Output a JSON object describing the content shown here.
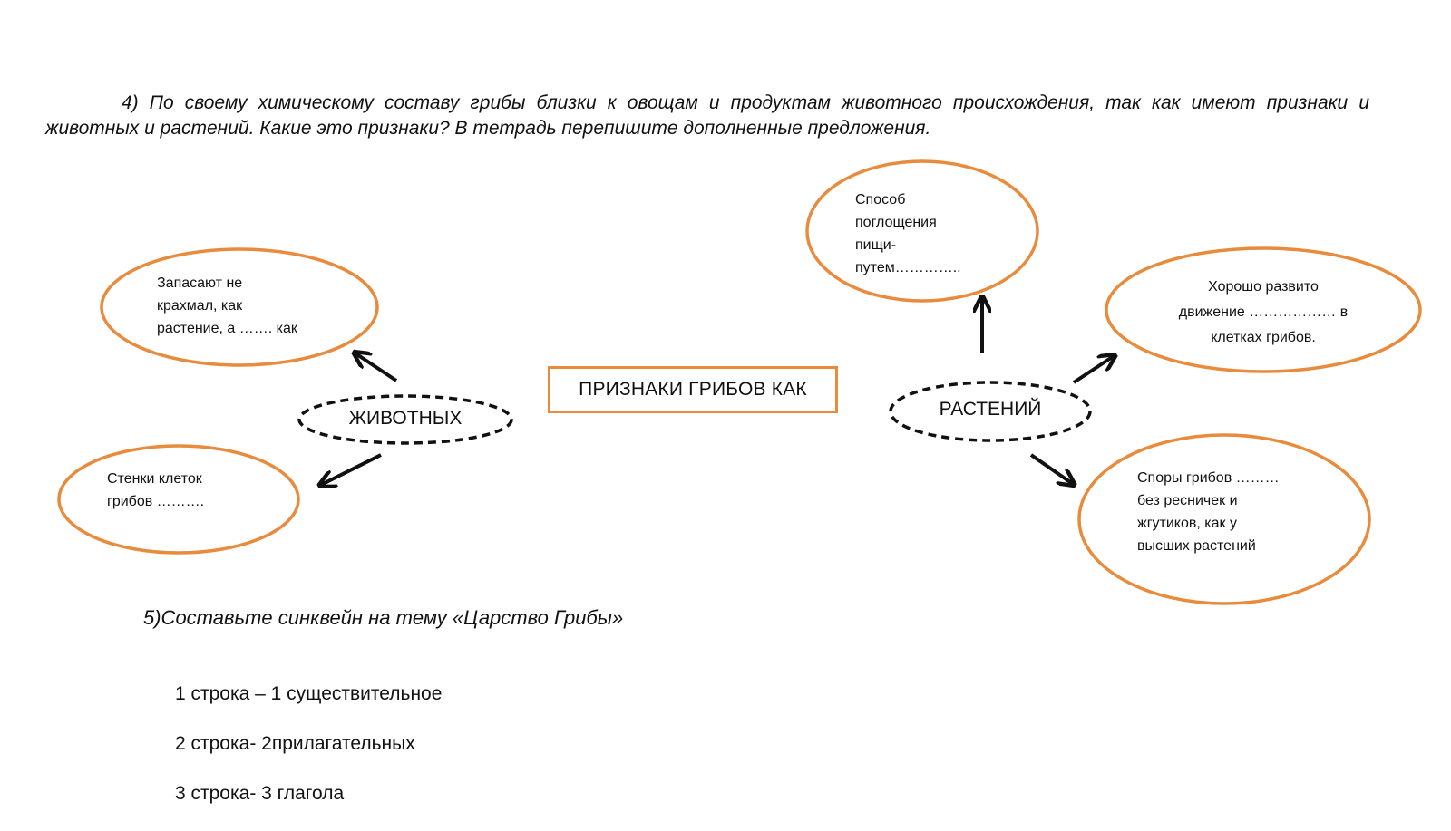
{
  "task4": {
    "text": "4) По своему химическому составу грибы близки к овощам и продуктам животного происхождения, так как имеют признаки и животных и растений. Какие это признаки? В тетрадь перепишите дополненные предложения."
  },
  "diagram": {
    "center": "ПРИЗНАКИ ГРИБОВ КАК",
    "animals": {
      "label": "ЖИВОТНЫХ",
      "top_bubble": [
        "Запасают не",
        "крахмал, как",
        "растение, а ……. как"
      ],
      "bottom_bubble": [
        "Стенки клеток",
        "грибов ………."
      ]
    },
    "plants": {
      "label": "РАСТЕНИЙ",
      "top_bubble": [
        "Способ",
        "поглощения",
        "пищи-",
        "путем………….."
      ],
      "right_bubble": [
        "Хорошо развито",
        "движение ……………… в",
        "клетках грибов."
      ],
      "bottom_bubble": [
        "Споры грибов ………",
        "без ресничек и",
        "жгутиков, как у",
        "высших растений"
      ]
    },
    "colors": {
      "bubble_border": "#E88B3D",
      "dashed_border": "#111111"
    }
  },
  "task5": {
    "title": "5)Составьте синквейн на тему «Царство Грибы»",
    "lines": [
      "1 строка – 1 существительное",
      "2 строка- 2прилагательных",
      "3 строка- 3 глагола"
    ]
  }
}
